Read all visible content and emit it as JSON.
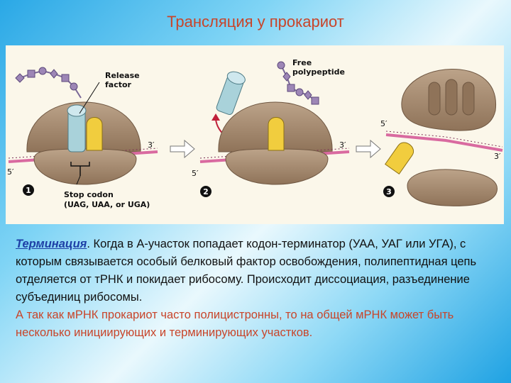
{
  "title": "Трансляция у прокариот",
  "figure": {
    "labels": {
      "release_factor": [
        "Release",
        "factor"
      ],
      "free_polypeptide": [
        "Free",
        "polypeptide"
      ],
      "stop_codon": [
        "Stop codon",
        "(UAG, UAA, or UGA)"
      ],
      "three_prime": "3′",
      "five_prime": "5′"
    },
    "steps": [
      "1",
      "2",
      "3"
    ],
    "colors": {
      "ribosome": "#a58a70",
      "mrna": "#d96aa0",
      "trna": "#f1cd3e",
      "release_factor": "#a9d2da",
      "peptide": "#9d86b6"
    }
  },
  "text": {
    "term": "Терминация",
    "body": ". Когда в А-участок попадает кодон-терминатор (УАА, УАГ или УГА), с которым связывается особый белковый фактор освобождения, полипептидная цепь отделяется от тРНК и покидает рибосому. Происходит диссоциация, разъединение субъединиц рибосомы.",
    "note": "А так как мРНК прокариот часто полицистронны, то на общей мРНК может быть несколько инициирующих и терминирующих участков."
  }
}
